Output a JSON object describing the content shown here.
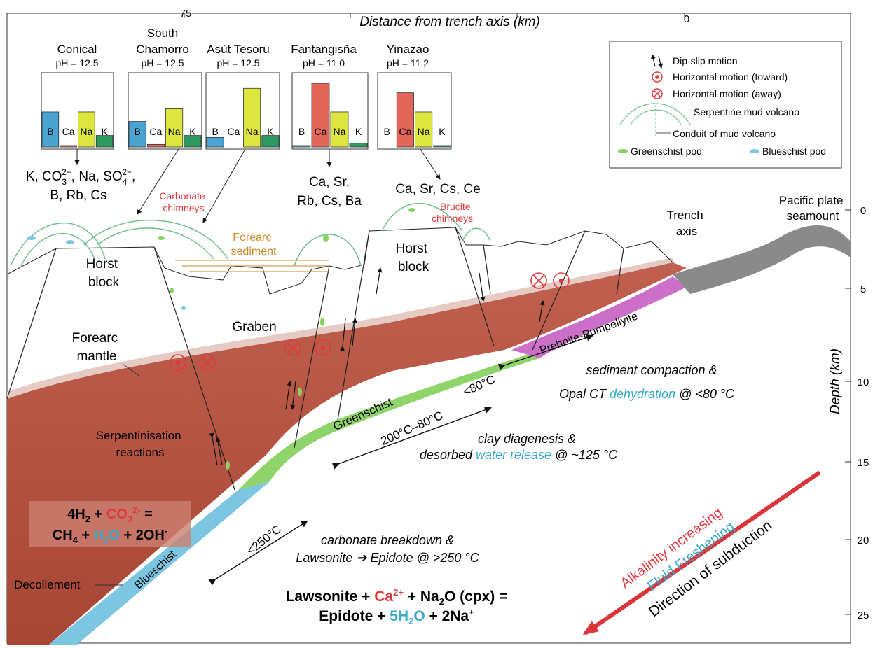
{
  "axes": {
    "top_title": "Distance from trench axis (km)",
    "top_ticks": [
      "75",
      "0"
    ],
    "right_title": "Depth (km)",
    "right_ticks": [
      "0",
      "5",
      "10",
      "15",
      "20",
      "25"
    ]
  },
  "volcanoes": [
    {
      "name": "Conical",
      "ph": "pH = 12.5",
      "bars": [
        0.55,
        0.02,
        0.55,
        0.18
      ],
      "elements": "K, CO3 2−, Na, SO4 2−, B, Rb, Cs"
    },
    {
      "name": "South Chamorro",
      "ph": "pH = 12.5",
      "bars": [
        0.4,
        0.04,
        0.6,
        0.18
      ],
      "elements": ""
    },
    {
      "name": "Asùt Tesoru",
      "ph": "pH = 12.5",
      "bars": [
        0.15,
        0.0,
        0.92,
        0.18
      ],
      "elements": ""
    },
    {
      "name": "Fantangisña",
      "ph": "pH = 11.0",
      "bars": [
        0.01,
        1.0,
        0.55,
        0.06
      ],
      "elements": "Ca, Sr, Rb, Cs, Ba"
    },
    {
      "name": "Yinazao",
      "ph": "pH = 11.2",
      "bars": [
        0.0,
        0.85,
        0.55,
        0.02
      ],
      "elements": "Ca, Sr, Cs, Ce"
    }
  ],
  "bar_labels": [
    "B",
    "Ca",
    "Na",
    "K"
  ],
  "bar_colors": [
    "#4aa3d1",
    "#e2675a",
    "#dde63f",
    "#2e9a62"
  ],
  "south_chamorro_line1": "South",
  "south_chamorro_line2": "Chamorro",
  "conical_elements": {
    "line1_a": "K, CO",
    "line1_sub": "3",
    "line1_sup": "2−",
    "line1_b": ", Na, SO",
    "line1_sub2": "4",
    "line1_sup2": "2−",
    "line1_c": ",",
    "line2": "B, Rb, Cs"
  },
  "fantangisna_elements": {
    "line1": "Ca, Sr,",
    "line2": "Rb, Cs, Ba"
  },
  "yinazao_elements": "Ca, Sr, Cs, Ce",
  "legend": {
    "items": [
      {
        "icon": "dip-slip-icon",
        "label": "Dip-slip motion"
      },
      {
        "icon": "toward-icon",
        "label": "Horizontal motion (toward)"
      },
      {
        "icon": "away-icon",
        "label": "Horizontal motion (away)"
      },
      {
        "icon": "mud-volcano-icon",
        "label": "Serpentine mud volcano"
      },
      {
        "icon": "conduit-icon",
        "label": "Conduit of mud volcano"
      }
    ],
    "greenschist_pod": "Greenschist pod",
    "blueschist_pod": "Blueschist pod"
  },
  "labels": {
    "carbonate_chimneys": [
      "Carbonate",
      "chimneys"
    ],
    "forearc_sediment": [
      "Forearc",
      "sediment"
    ],
    "brucite_chimneys": [
      "Brucite",
      "chimneys"
    ],
    "pacific": [
      "Pacific plate",
      "seamount"
    ],
    "trench_axis": [
      "Trench",
      "axis"
    ],
    "horst1": [
      "Horst",
      "block"
    ],
    "horst2": [
      "Horst",
      "block"
    ],
    "graben": "Graben",
    "forearc_mantle": [
      "Forearc",
      "mantle"
    ],
    "serpentinisation": [
      "Serpentinisation",
      "reactions"
    ],
    "decollement": "Decollement",
    "blueschist": "Blueschist",
    "greenschist": "Greenschist",
    "prehnite": "Prehnite-Pumpellyite",
    "t_lt80": "<80°C",
    "t_200_80": "200°C–80°C",
    "t_lt250": "<250°C",
    "sediment_line1": "sediment compaction &",
    "sediment_line2a": "Opal CT ",
    "sediment_line2b": "dehydration",
    "sediment_line2c": " @ <80 °C",
    "clay_line1": "clay diagenesis &",
    "clay_line2a": "desorbed ",
    "clay_line2b": "water release",
    "clay_line2c": " @ ~125 °C",
    "carb_line1": "carbonate breakdown &",
    "carb_line2": "Lawsonite  ➔ Epidote @ >250 °C",
    "alkalinity": "Alkalinity increasing",
    "freshening": "Fluid Freshening",
    "direction": "Direction of subduction"
  },
  "equation1": {
    "a": "4H",
    "a_sub": "2",
    "b": " + ",
    "c": "CO",
    "c_sub": "3",
    "c_sup": "2-",
    "d": " =",
    "e": "CH",
    "e_sub": "4",
    "f": " + ",
    "g": "H",
    "g_sub": "2",
    "g2": "O",
    "h": " + 2OH",
    "h_sup": "-"
  },
  "equation2": {
    "a": "Lawsonite + ",
    "b": "Ca",
    "b_sup": "2+",
    "c": " + Na",
    "c_sub": "2",
    "d": "O (cpx) =",
    "e": "Epidote + ",
    "f": "5H",
    "f_sub": "2",
    "f2": "O",
    "g": " + 2Na",
    "g_sup": "+"
  },
  "colors": {
    "mantle": "#b5503f",
    "greenschist": "#8fd46a",
    "blueschist": "#7cc6e2",
    "prehnite": "#cc6fc8",
    "seamount": "#8a8a8a",
    "red_text": "#e0393c",
    "cyan_text": "#3aa9c9",
    "orange_text": "#c98a2a"
  }
}
